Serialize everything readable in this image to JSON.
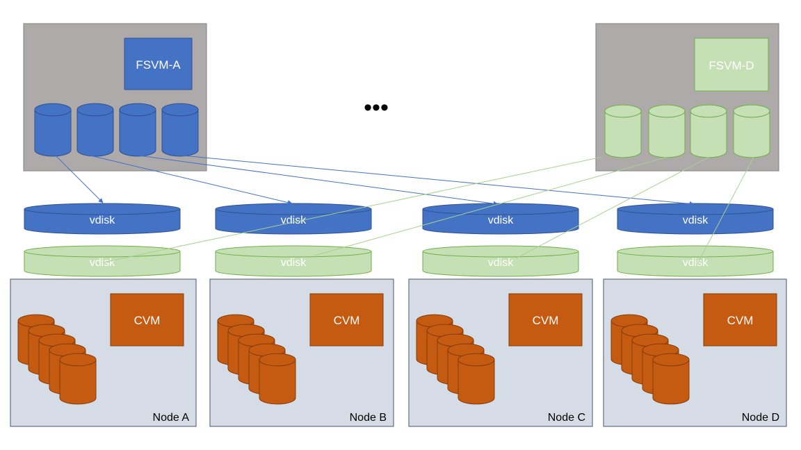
{
  "fsvm": [
    {
      "label": "FSVM-A",
      "color": "#4472c4",
      "disk_color": "#4472c4"
    },
    {
      "label": "FSVM-D",
      "color": "#c5e0b4",
      "disk_color": "#c5e0b4"
    }
  ],
  "ellipsis": "•••",
  "vdisk_label": "vdisk",
  "cvm_label": "CVM",
  "nodes": [
    {
      "name": "Node A"
    },
    {
      "name": "Node B"
    },
    {
      "name": "Node C"
    },
    {
      "name": "Node D"
    }
  ],
  "colors": {
    "fsvm_box": "#aeaaaa",
    "node_box": "#d6dce5",
    "blue": "#4472c4",
    "green": "#c5e0b4",
    "orange": "#c55a11",
    "blue_edge": "#2f528f",
    "green_edge": "#70ad47"
  },
  "connections": [
    {
      "from": "FSVM-A",
      "disk": 1,
      "to": "Node A"
    },
    {
      "from": "FSVM-A",
      "disk": 2,
      "to": "Node B"
    },
    {
      "from": "FSVM-A",
      "disk": 3,
      "to": "Node C"
    },
    {
      "from": "FSVM-A",
      "disk": 4,
      "to": "Node D"
    },
    {
      "from": "FSVM-D",
      "disk": 1,
      "to": "Node A"
    },
    {
      "from": "FSVM-D",
      "disk": 2,
      "to": "Node B"
    },
    {
      "from": "FSVM-D",
      "disk": 3,
      "to": "Node C"
    },
    {
      "from": "FSVM-D",
      "disk": 4,
      "to": "Node D"
    }
  ]
}
